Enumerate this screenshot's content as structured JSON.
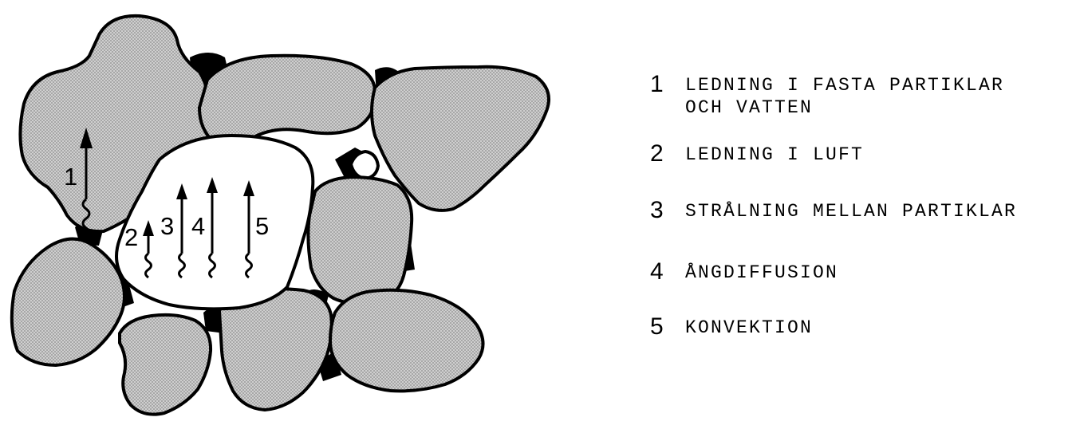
{
  "diagram": {
    "arrow_labels": [
      "1",
      "2",
      "3",
      "4",
      "5"
    ]
  },
  "legend": {
    "items": [
      {
        "number": "1",
        "text": "LEDNING I FASTA PARTIKLAR\nOCH VATTEN"
      },
      {
        "number": "2",
        "text": "LEDNING I LUFT"
      },
      {
        "number": "3",
        "text": "STRÅLNING MELLAN PARTIKLAR"
      },
      {
        "number": "4",
        "text": "ÅNGDIFFUSION"
      },
      {
        "number": "5",
        "text": "KONVEKTION"
      }
    ]
  },
  "colors": {
    "particle_fill": "#c8c8c8",
    "water_fill": "#000000",
    "air_fill": "#ffffff",
    "line": "#000000"
  }
}
